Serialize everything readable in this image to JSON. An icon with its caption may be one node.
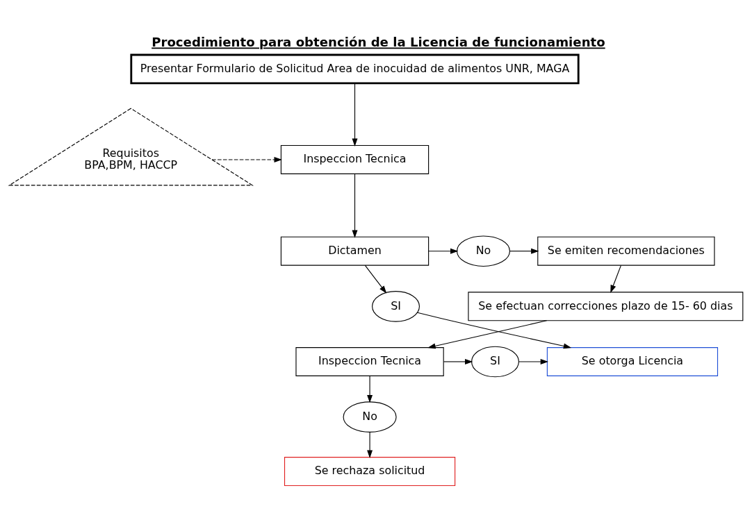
{
  "diagram": {
    "title": "Procedimiento para obtención de la Licencia de funcionamiento",
    "nodes": [
      {
        "text": [
          "Presentar Formulario de Solicitud Area de inocuidad de alimentos UNR, MAGA"
        ]
      },
      {
        "text": [
          "Inspeccion Tecnica"
        ]
      },
      {
        "text": [
          "Requisitos",
          "BPA,BPM, HACCP"
        ]
      },
      {
        "text": [
          "Dictamen"
        ]
      },
      {
        "text": [
          "No"
        ]
      },
      {
        "text": [
          "Se emiten recomendaciones"
        ]
      },
      {
        "text": [
          "SI"
        ]
      },
      {
        "text": [
          "Se efectuan correcciones plazo de 15- 60 dias"
        ]
      },
      {
        "text": [
          "Inspeccion Tecnica"
        ]
      },
      {
        "text": [
          "SI"
        ]
      },
      {
        "text": [
          "Se otorga Licencia"
        ]
      },
      {
        "text": [
          "No"
        ]
      },
      {
        "text": [
          "Se rechaza solicitud"
        ]
      }
    ],
    "edges": [
      {
        "from": 0,
        "to": 1,
        "arrow": "to"
      },
      {
        "from": 2,
        "to": 1,
        "arrow": "to",
        "style": "dashed"
      },
      {
        "from": 1,
        "to": 3,
        "arrow": "to"
      },
      {
        "from": 3,
        "to": 4,
        "arrow": "to"
      },
      {
        "from": 4,
        "to": 5,
        "arrow": "to"
      },
      {
        "from": 3,
        "to": 6,
        "arrow": "to"
      },
      {
        "from": 6,
        "to": 10,
        "arrow": "to"
      },
      {
        "from": 5,
        "to": 7,
        "arrow": "to"
      },
      {
        "from": 7,
        "to": 8,
        "arrow": "to"
      },
      {
        "from": 8,
        "to": 9,
        "arrow": "to"
      },
      {
        "from": 9,
        "to": 10,
        "arrow": "to"
      },
      {
        "from": 8,
        "to": 11,
        "arrow": "to"
      },
      {
        "from": 11,
        "to": 12,
        "arrow": "to"
      }
    ]
  }
}
